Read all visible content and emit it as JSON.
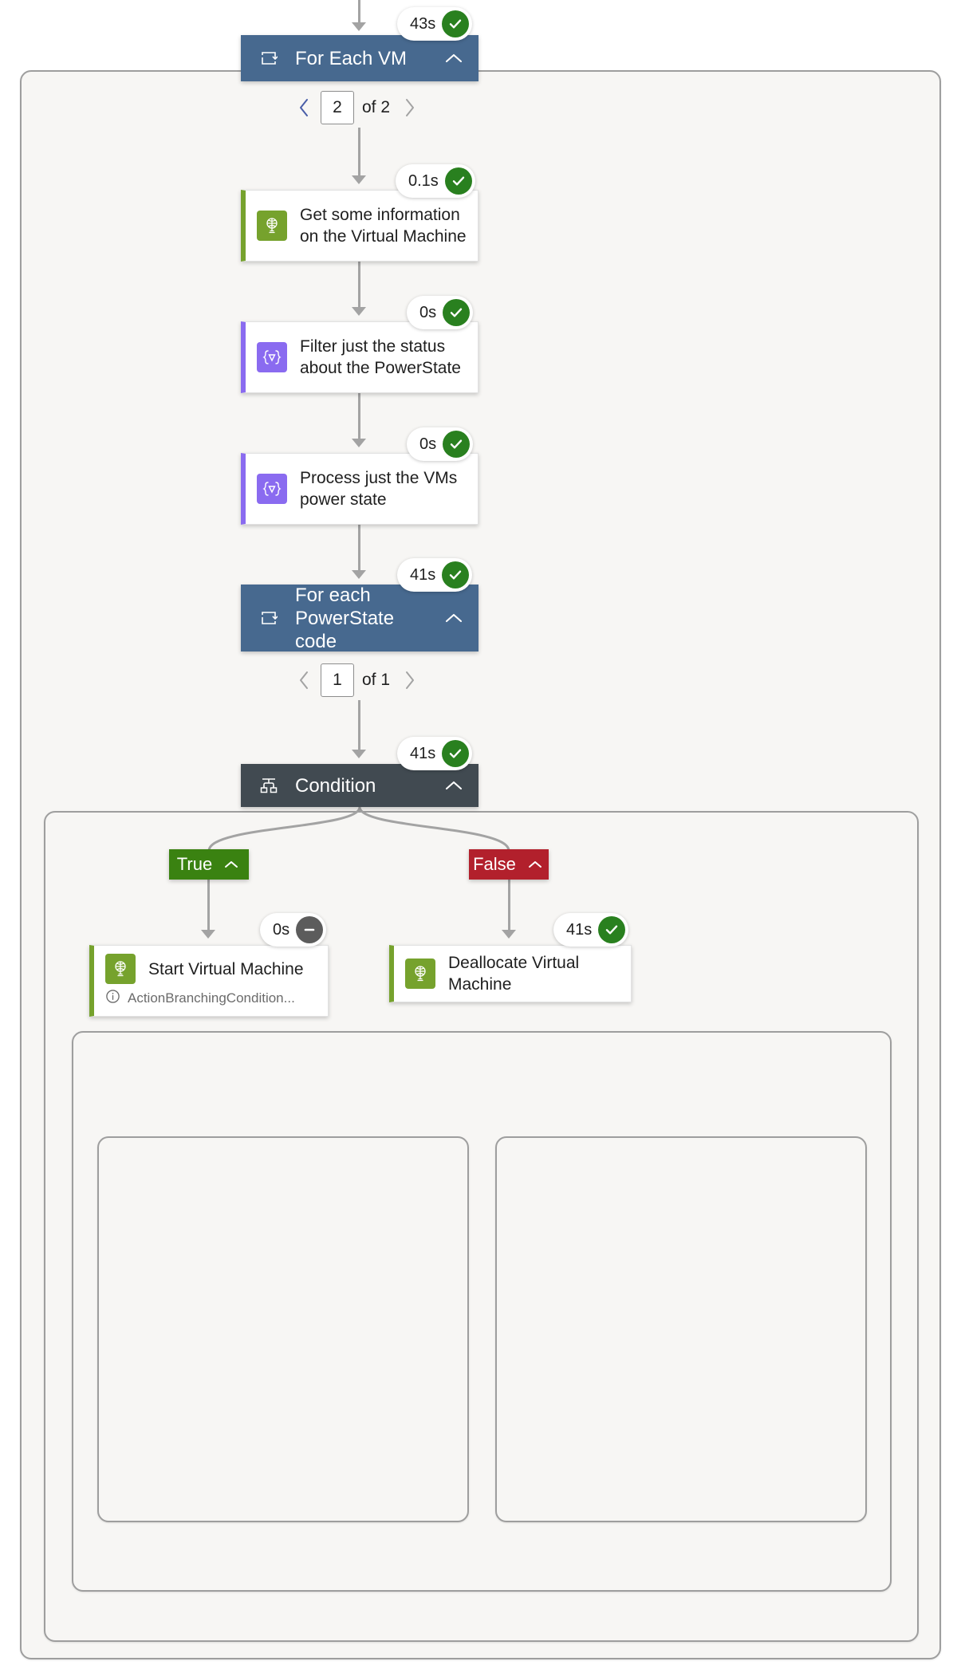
{
  "flow": {
    "colors": {
      "scope_header_blue": "#47698f",
      "condition_header_dark": "#414a51",
      "true_branch_green": "#3a8211",
      "false_branch_red": "#b2202c",
      "azure_vm_green": "#76a22d",
      "data_operation_purple": "#8a6bf0",
      "status_success_green": "#29801f",
      "status_skipped_gray": "#5c5c5c",
      "scope_background": "#f7f6f4",
      "scope_border": "#9e9e9e",
      "connector_line": "#a3a3a3"
    },
    "nodes": {
      "foreach_vm": {
        "title": "For Each VM",
        "icon": "loop-icon",
        "chevron": "chevron-up-icon",
        "duration": "43s",
        "status": "succeeded",
        "pager": {
          "current": "2",
          "of_label": "of 2",
          "prev": "previous-page",
          "next": "next-page"
        }
      },
      "get_info": {
        "title": "Get some information on the Virtual Machine",
        "icon": "azure-vm-icon",
        "duration": "0.1s",
        "status": "succeeded"
      },
      "filter_status": {
        "title": "Filter just the status about the PowerState",
        "icon": "data-operation-icon",
        "duration": "0s",
        "status": "succeeded"
      },
      "process_power_state": {
        "title": "Process just the VMs power state",
        "icon": "data-operation-icon",
        "duration": "0s",
        "status": "succeeded"
      },
      "foreach_powerstate": {
        "title": "For each PowerState code",
        "icon": "loop-icon",
        "chevron": "chevron-up-icon",
        "duration": "41s",
        "status": "succeeded",
        "pager": {
          "current": "1",
          "of_label": "of 1",
          "prev": "previous-page",
          "next": "next-page"
        }
      },
      "condition": {
        "title": "Condition",
        "icon": "condition-branch-icon",
        "chevron": "chevron-up-icon",
        "duration": "41s",
        "status": "succeeded"
      },
      "branch_true": {
        "label": "True",
        "chevron": "chevron-up-icon"
      },
      "branch_false": {
        "label": "False",
        "chevron": "chevron-up-icon"
      },
      "start_vm": {
        "title": "Start Virtual Machine",
        "icon": "azure-vm-icon",
        "subtext": "ActionBranchingConditionNotSatisfied...",
        "subtext_display": "ActionBranchingCondition...",
        "subtext_icon": "info-icon",
        "duration": "0s",
        "status": "skipped"
      },
      "deallocate_vm": {
        "title": "Deallocate Virtual Machine",
        "icon": "azure-vm-icon",
        "duration": "41s",
        "status": "succeeded"
      }
    }
  }
}
